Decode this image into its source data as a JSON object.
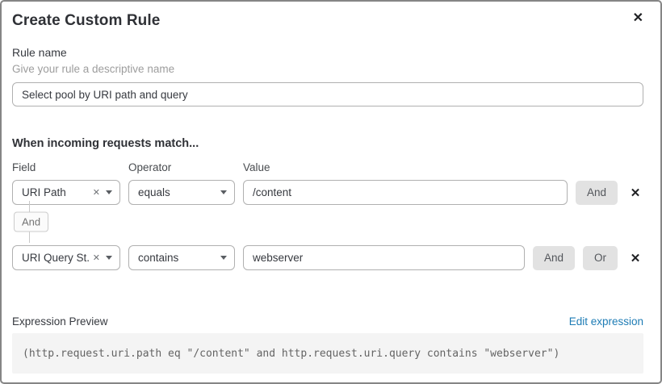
{
  "modal": {
    "title": "Create Custom Rule",
    "close_icon": "✕"
  },
  "rule_name": {
    "label": "Rule name",
    "hint": "Give your rule a descriptive name",
    "value": "Select pool by URI path and query"
  },
  "matcher": {
    "heading": "When incoming requests match...",
    "columns": {
      "field": "Field",
      "operator": "Operator",
      "value": "Value"
    },
    "connector_label": "And",
    "icons": {
      "clear": "✕",
      "delete": "✕"
    },
    "rows": [
      {
        "field": "URI Path",
        "operator": "equals",
        "value": "/content",
        "buttons": [
          "And"
        ]
      },
      {
        "field": "URI Query St...",
        "operator": "contains",
        "value": "webserver",
        "buttons": [
          "And",
          "Or"
        ]
      }
    ]
  },
  "expression": {
    "label": "Expression Preview",
    "edit_link": "Edit expression",
    "code": "(http.request.uri.path eq \"/content\" and http.request.uri.query contains \"webserver\")"
  },
  "colors": {
    "link_blue": "#1e7cb5",
    "button_gray": "#e2e2e2",
    "code_bg": "#f4f4f4"
  }
}
